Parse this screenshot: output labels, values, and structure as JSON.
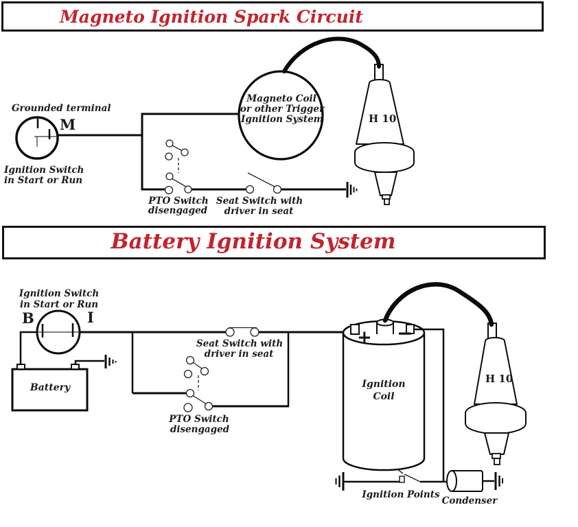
{
  "titles": {
    "magneto": "Magneto Ignition Spark Circuit",
    "battery": "Battery Ignition System"
  },
  "colors": {
    "title_red": "#C2242E",
    "line": "#0b0b0b"
  },
  "magneto_circuit": {
    "grounded_terminal": "Grounded terminal",
    "terminal_m": "M",
    "ignition_switch_line1": "Ignition Switch",
    "ignition_switch_line2": "in Start or Run",
    "magneto_coil_line1": "Magneto Coil",
    "magneto_coil_line2": "or other Trigger",
    "magneto_coil_line3": "Ignition System",
    "spark_plug_label": "H 10",
    "pto_switch_line1": "PTO Switch",
    "pto_switch_line2": "disengaged",
    "seat_switch_line1": "Seat Switch with",
    "seat_switch_line2": "driver in seat"
  },
  "battery_circuit": {
    "ignition_switch_line1": "Ignition Switch",
    "ignition_switch_line2": "in Start or Run",
    "terminal_b": "B",
    "terminal_i": "I",
    "battery_label": "Battery",
    "seat_switch_line1": "Seat Switch with",
    "seat_switch_line2": "driver in seat",
    "pto_switch_line1": "PTO Switch",
    "pto_switch_line2": "disengaged",
    "coil_line1": "Ignition",
    "coil_line2": "Coil",
    "coil_plus": "+",
    "coil_minus": "−",
    "spark_plug_label": "H 10",
    "ignition_points_label": "Ignition Points",
    "condenser_label": "Condenser"
  }
}
